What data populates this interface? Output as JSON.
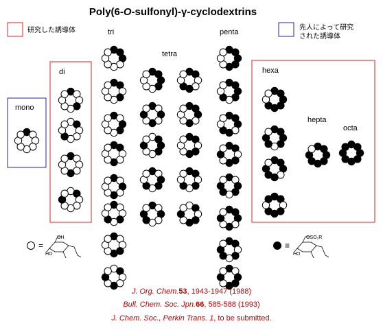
{
  "title_prefix": "Poly(6-",
  "title_o": "O",
  "title_suffix": "-sulfonyl)-γ-cyclodextrins",
  "legend_studied": "研究した誘導体",
  "legend_predecessor_line1": "先人によって研究",
  "legend_predecessor_line2": "された誘導体",
  "group_labels": {
    "mono": "mono",
    "di": "di",
    "tri": "tri",
    "tetra": "tetra",
    "penta": "penta",
    "hexa": "hexa",
    "hepta": "hepta",
    "octa": "octa"
  },
  "structure_labels": {
    "hydroxyl": "OH",
    "hydroxyl_ring": "HO",
    "sulfonyl": "OSO₂R",
    "equals_left": "=",
    "equals_right": "≡"
  },
  "colors": {
    "studied_box": "#dd2222",
    "predecessor_box": "#2222aa",
    "reference_text": "#c00000"
  },
  "references": [
    {
      "journal": "J. Org. Chem.",
      "volume": "53",
      "rest": ", 1943-1947 (1988)"
    },
    {
      "journal": "Bull. Chem. Soc. Jpn.",
      "volume": "66",
      "rest": ", 585-588 (1993)"
    },
    {
      "journal": "J. Chem. Soc., Perkin Trans. 1",
      "volume": "",
      "rest": ", to be submitted."
    }
  ],
  "rings": {
    "mono": [
      [
        1,
        0,
        0,
        0,
        0,
        0,
        0,
        0
      ]
    ],
    "di": [
      [
        1,
        0,
        0,
        1,
        0,
        0,
        0,
        0
      ],
      [
        0,
        1,
        0,
        0,
        0,
        1,
        0,
        0
      ],
      [
        1,
        0,
        0,
        0,
        1,
        0,
        0,
        0
      ],
      [
        0,
        1,
        0,
        0,
        0,
        0,
        1,
        0
      ]
    ],
    "tri": [
      [
        1,
        1,
        1,
        0,
        0,
        0,
        0,
        0
      ],
      [
        1,
        1,
        0,
        1,
        0,
        0,
        0,
        0
      ],
      [
        1,
        0,
        1,
        1,
        0,
        0,
        0,
        0
      ],
      [
        1,
        1,
        0,
        0,
        1,
        0,
        0,
        0
      ],
      [
        1,
        0,
        1,
        0,
        1,
        0,
        0,
        0
      ],
      [
        1,
        0,
        0,
        1,
        0,
        1,
        0,
        0
      ],
      [
        1,
        0,
        0,
        1,
        1,
        0,
        0,
        0
      ],
      [
        0,
        1,
        0,
        0,
        1,
        0,
        1,
        0
      ]
    ],
    "tetra": [
      [
        1,
        1,
        1,
        1,
        0,
        0,
        0,
        0
      ],
      [
        1,
        1,
        0,
        0,
        1,
        1,
        0,
        0
      ],
      [
        1,
        0,
        1,
        0,
        1,
        0,
        1,
        0
      ],
      [
        1,
        1,
        1,
        0,
        1,
        0,
        0,
        0
      ],
      [
        0,
        1,
        1,
        1,
        0,
        0,
        1,
        0
      ],
      [
        1,
        1,
        0,
        1,
        1,
        0,
        0,
        0
      ],
      [
        1,
        0,
        1,
        1,
        0,
        1,
        0,
        0
      ],
      [
        1,
        1,
        0,
        1,
        0,
        1,
        0,
        0
      ],
      [
        1,
        0,
        1,
        0,
        0,
        1,
        1,
        0
      ],
      [
        0,
        1,
        0,
        1,
        1,
        0,
        1,
        0
      ]
    ],
    "penta": [
      [
        1,
        1,
        1,
        1,
        1,
        0,
        0,
        0
      ],
      [
        1,
        1,
        1,
        1,
        0,
        1,
        0,
        0
      ],
      [
        1,
        1,
        1,
        0,
        1,
        1,
        0,
        0
      ],
      [
        1,
        1,
        0,
        1,
        1,
        0,
        1,
        0
      ],
      [
        1,
        0,
        1,
        1,
        0,
        1,
        1,
        0
      ],
      [
        1,
        1,
        1,
        0,
        1,
        0,
        1,
        0
      ],
      [
        1,
        1,
        0,
        1,
        0,
        1,
        1,
        0
      ],
      [
        1,
        0,
        1,
        1,
        1,
        0,
        1,
        0
      ]
    ],
    "hexa": [
      [
        1,
        1,
        1,
        1,
        1,
        1,
        0,
        0
      ],
      [
        1,
        1,
        1,
        1,
        0,
        1,
        1,
        0
      ],
      [
        1,
        1,
        1,
        0,
        1,
        1,
        1,
        0
      ],
      [
        1,
        1,
        0,
        1,
        1,
        1,
        0,
        1
      ]
    ],
    "hepta": [
      [
        1,
        1,
        1,
        1,
        1,
        1,
        1,
        0
      ]
    ],
    "octa": [
      [
        1,
        1,
        1,
        1,
        1,
        1,
        1,
        1
      ]
    ]
  }
}
